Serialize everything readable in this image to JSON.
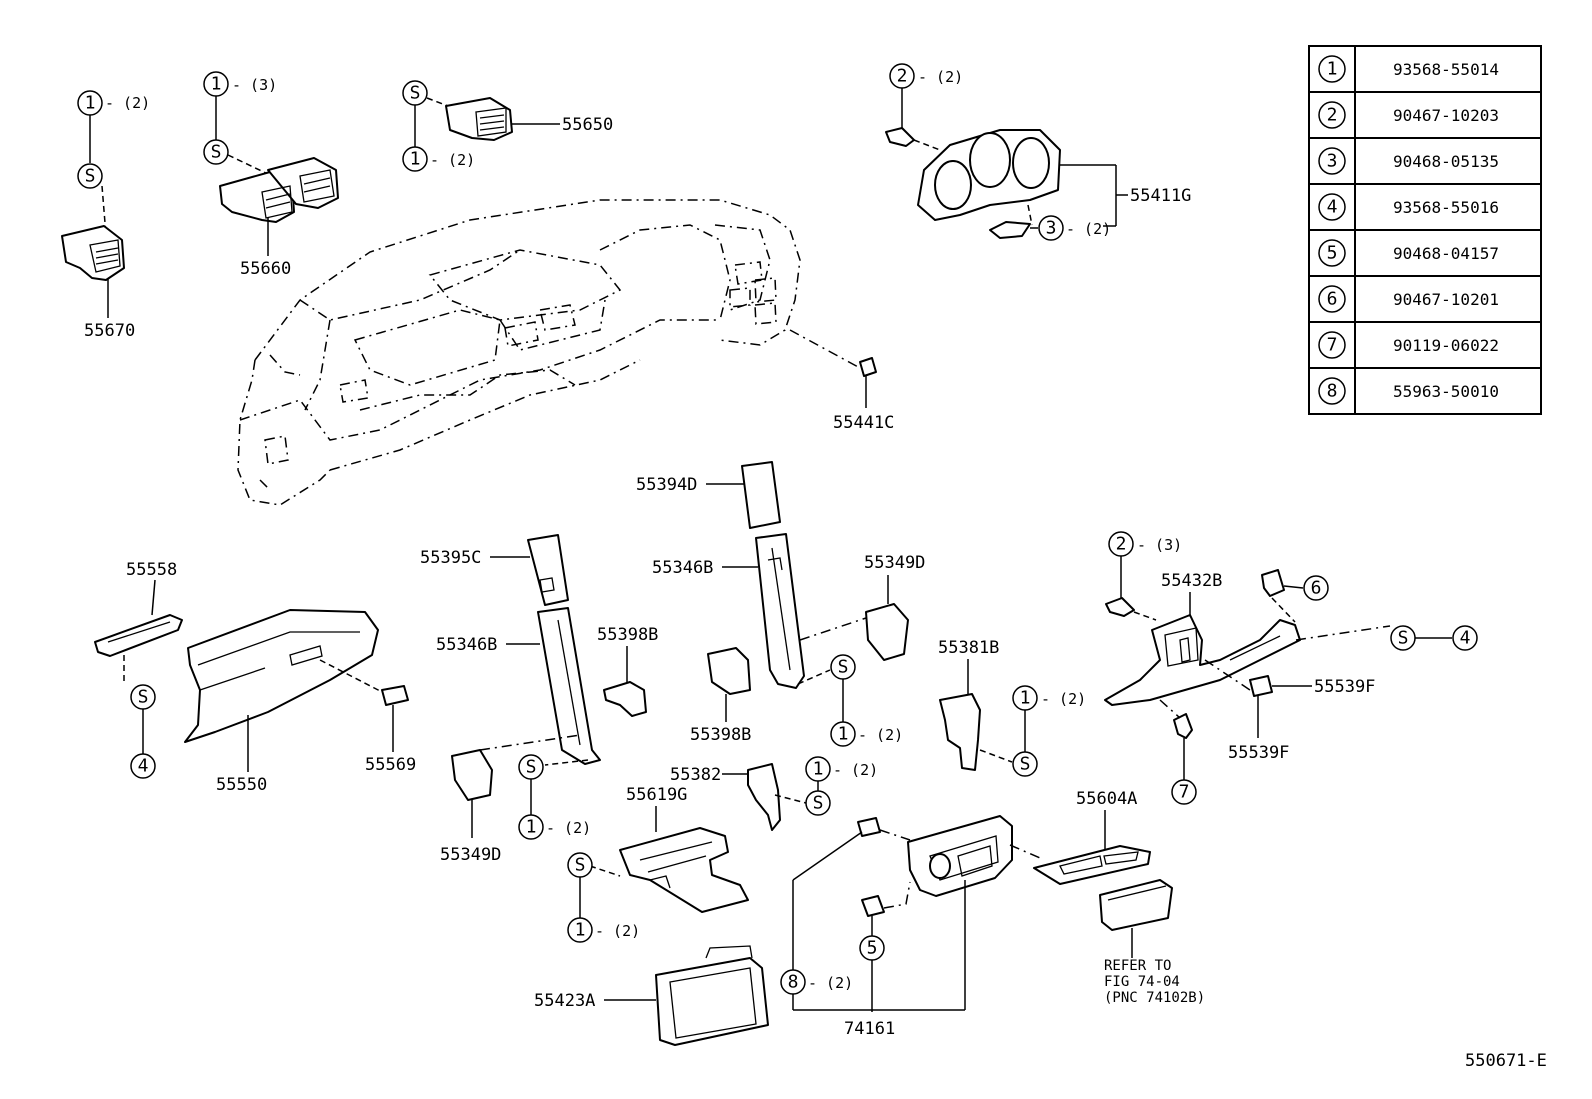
{
  "table": {
    "rows": [
      {
        "key": "1",
        "part": "93568-55014"
      },
      {
        "key": "2",
        "part": "90467-10203"
      },
      {
        "key": "3",
        "part": "90468-05135"
      },
      {
        "key": "4",
        "part": "93568-55016"
      },
      {
        "key": "5",
        "part": "90468-04157"
      },
      {
        "key": "6",
        "part": "90467-10201"
      },
      {
        "key": "7",
        "part": "90119-06022"
      },
      {
        "key": "8",
        "part": "55963-50010"
      }
    ]
  },
  "labels": {
    "p55670": "55670",
    "p55660": "55660",
    "p55650": "55650",
    "p55411G": "55411G",
    "p55441C": "55441C",
    "p55394D": "55394D",
    "p55346B_top": "55346B",
    "p55349D_top": "55349D",
    "p55395C": "55395C",
    "p55346B_left": "55346B",
    "p55398B_right": "55398B",
    "p55398B_left": "55398B",
    "p55558": "55558",
    "p55550": "55550",
    "p55569": "55569",
    "p55349D_bottom": "55349D",
    "p55619G": "55619G",
    "p55382": "55382",
    "p55381B": "55381B",
    "p55432B": "55432B",
    "p55539F_right": "55539F",
    "p55539F_bottom": "55539F",
    "p55604A": "55604A",
    "p55423A": "55423A",
    "p74161": "74161",
    "refer1": "REFER TO",
    "refer2": "FIG 74-04",
    "refer3": "(PNC 74102B)",
    "figure_id": "550671-E"
  },
  "qty": {
    "q2": "- (2)",
    "q3": "- (3)"
  },
  "symbols": {
    "s": "S",
    "one": "1",
    "two": "2",
    "three": "3",
    "four": "4",
    "five": "5",
    "six": "6",
    "seven": "7",
    "eight": "8"
  }
}
